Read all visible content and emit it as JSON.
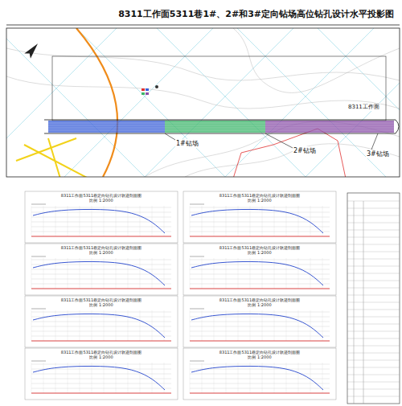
{
  "diagram": {
    "title": "8311工作面5311巷1#、2#和3#定向钻场高位钻孔设计水平投影图",
    "nodes": [
      {
        "text": [
          "8311工作面5311巷定向钻孔设计轨迹剖面图",
          "比例 1:2000"
        ]
      },
      {
        "text": [
          "8311工作面5311巷定向钻孔设计轨迹剖面图",
          "比例 1:2000"
        ]
      },
      {
        "text": [
          "8311工作面5311巷定向钻孔设计轨迹剖面图",
          "比例 1:2000"
        ]
      },
      {
        "text": [
          "8311工作面5311巷定向钻孔设计轨迹剖面图",
          "比例 1:2000"
        ]
      },
      {
        "text": [
          "8311工作面5311巷定向钻孔设计轨迹剖面图",
          "比例 1:2000"
        ]
      },
      {
        "text": [
          "8311工作面5311巷定向钻孔设计轨迹剖面图",
          "比例 1:2000"
        ]
      },
      {
        "text": [
          "8311工作面5311巷定向钻孔设计轨迹剖面图",
          "比例 1:2000"
        ]
      },
      {
        "text": [
          "8311工作面5311巷定向钻孔设计轨迹剖面图",
          "比例 1:2000"
        ]
      }
    ],
    "edges": [],
    "labels": [
      "1#钻场",
      "2#钻场",
      "3#钻场",
      "8311工作面"
    ]
  }
}
